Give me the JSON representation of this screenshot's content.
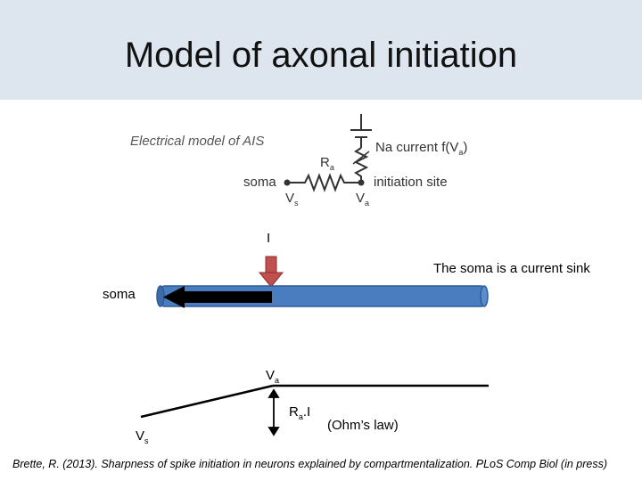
{
  "slide": {
    "title": "Model of axonal initiation",
    "citation": "Brette, R. (2013). Sharpness of spike initiation in neurons explained by compartmentalization. PLoS Comp Biol (in press)"
  },
  "circuit": {
    "heading": "Electrical model of AIS",
    "soma_label": "soma",
    "initiation_label": "initiation site",
    "na_current_prefix": "Na current f(V",
    "na_current_sub": "a",
    "na_current_suffix": ")",
    "resistor_label": "R",
    "resistor_sub": "a",
    "vs_label": "V",
    "vs_sub": "s",
    "va_label": "V",
    "va_sub": "a"
  },
  "axon": {
    "current_label": "I",
    "sink_text": "The soma is a current sink",
    "soma_label": "soma",
    "axon_color": "#4a7cc0",
    "arrow_color": "#c0504d"
  },
  "voltage": {
    "va_label": "V",
    "va_sub": "a",
    "vs_label": "V",
    "vs_sub": "s",
    "ri_label": "R",
    "ri_sub": "a",
    "ri_suffix": ".I",
    "ohm_text": "(Ohm’s law)"
  }
}
